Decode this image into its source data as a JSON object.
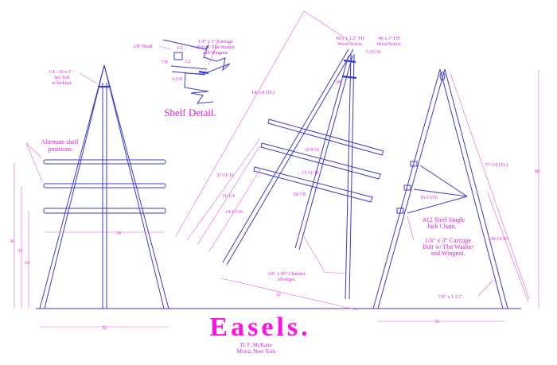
{
  "title": "Easels.",
  "author": "D. F. McKane",
  "location": "Moira, New York",
  "shelf_detail": {
    "title": "Shelf Detail.",
    "bead": "1/8\" Bead.",
    "bolt": [
      "1/4\" x 3\" Carriage",
      "Bolt w/ Flat Washer",
      "and Wingnut."
    ],
    "dims": [
      "1/2",
      "1/2",
      "7/8",
      "1-1/8"
    ]
  },
  "left_easel": {
    "hex_bolt": [
      "1/4 - 20 x 3\"",
      "hex bolt",
      "w/locknut."
    ],
    "alt_shelf": [
      "Alternate shelf",
      "positions."
    ],
    "dims": {
      "h1": "36",
      "h2": "33",
      "h3": "24",
      "shelf_width": "30",
      "base": "32"
    }
  },
  "middle_easel": {
    "screw1": [
      "#8 x 1 1/2\" FH",
      "Wood Screw."
    ],
    "screw2": [
      "#8 x 1\" FH",
      "Wood Screw."
    ],
    "dims": {
      "top": "5-15/16",
      "angle": "28°",
      "tl": "64-1/8 (TL)",
      "d1": "37-11/16",
      "d2": "31-1/4",
      "d3": "24-13/16",
      "s1": "12-9/16",
      "s2": "15-11/16",
      "s3": "18-7/8",
      "base": "32"
    },
    "chamfer": [
      "1/8\" x 45° Chamfer",
      "All edges."
    ]
  },
  "right_easel": {
    "chain": [
      "#12 Steel Single",
      "Jack Chain."
    ],
    "bolt": [
      "1/4\" x 3\" Carriage",
      "Bolt w/ Flat Washer",
      "and Wingnut."
    ],
    "stock": "7/8\" x 1 1/2\".",
    "dims": {
      "tl": "57-3/8 (TL)",
      "height": "60",
      "chain_len": "16-15/16",
      "lower": "28-11/16",
      "base": "32"
    }
  },
  "colors": {
    "lines": "#3a3ad0",
    "dims": "#e060e0",
    "title": "#ff10e8"
  }
}
